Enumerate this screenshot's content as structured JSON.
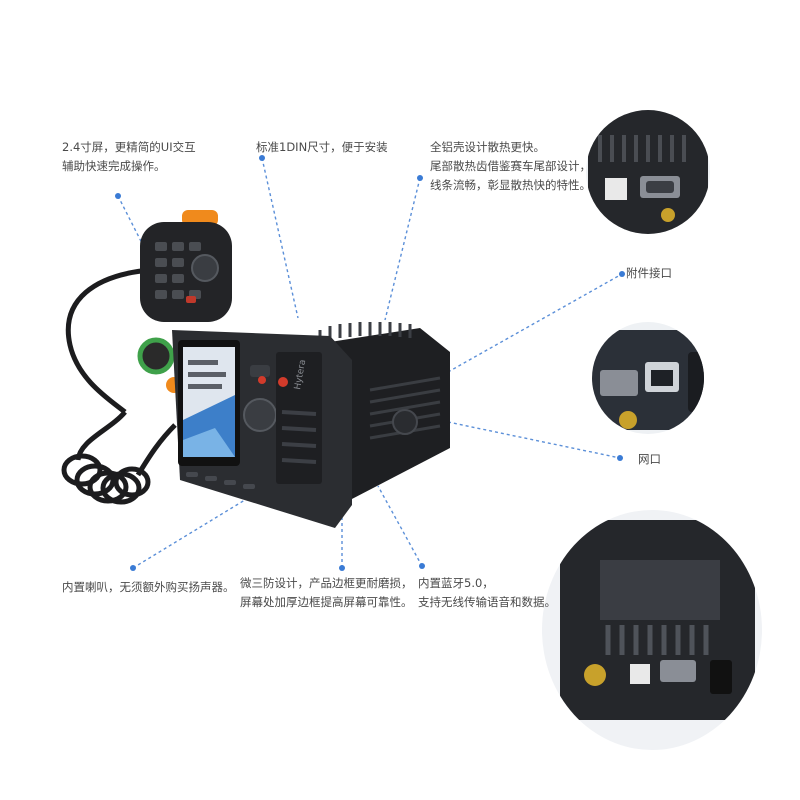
{
  "callouts": {
    "screen": {
      "line1": "2.4寸屏，更精简的UI交互",
      "line2": "辅助快速完成操作。"
    },
    "din": {
      "line1": "标准1DIN尺寸，便于安装"
    },
    "heat": {
      "line1": "全铝壳设计散热更快。",
      "line2": "尾部散热齿借鉴赛车尾部设计，",
      "line3": "线条流畅，彰显散热快的特性。"
    },
    "accessory": {
      "line1": "附件接口"
    },
    "network": {
      "line1": "网口"
    },
    "speaker": {
      "line1": "内置喇叭，无须额外购买扬声器。"
    },
    "rugged": {
      "line1": "微三防设计，产品边框更耐磨损，",
      "line2": "屏幕处加厚边框提高屏幕可靠性。"
    },
    "bluetooth": {
      "line1": "内置蓝牙5.0，",
      "line2": "支持无线传输语音和数据。"
    }
  },
  "device": {
    "brand": "Hytera"
  },
  "colors": {
    "accent_dot": "#3a7bd5",
    "guide_line": "#5b8fd8",
    "device_body": "#2b2d31",
    "orange_knob": "#f08a1c",
    "green_knob": "#3fa14a"
  }
}
